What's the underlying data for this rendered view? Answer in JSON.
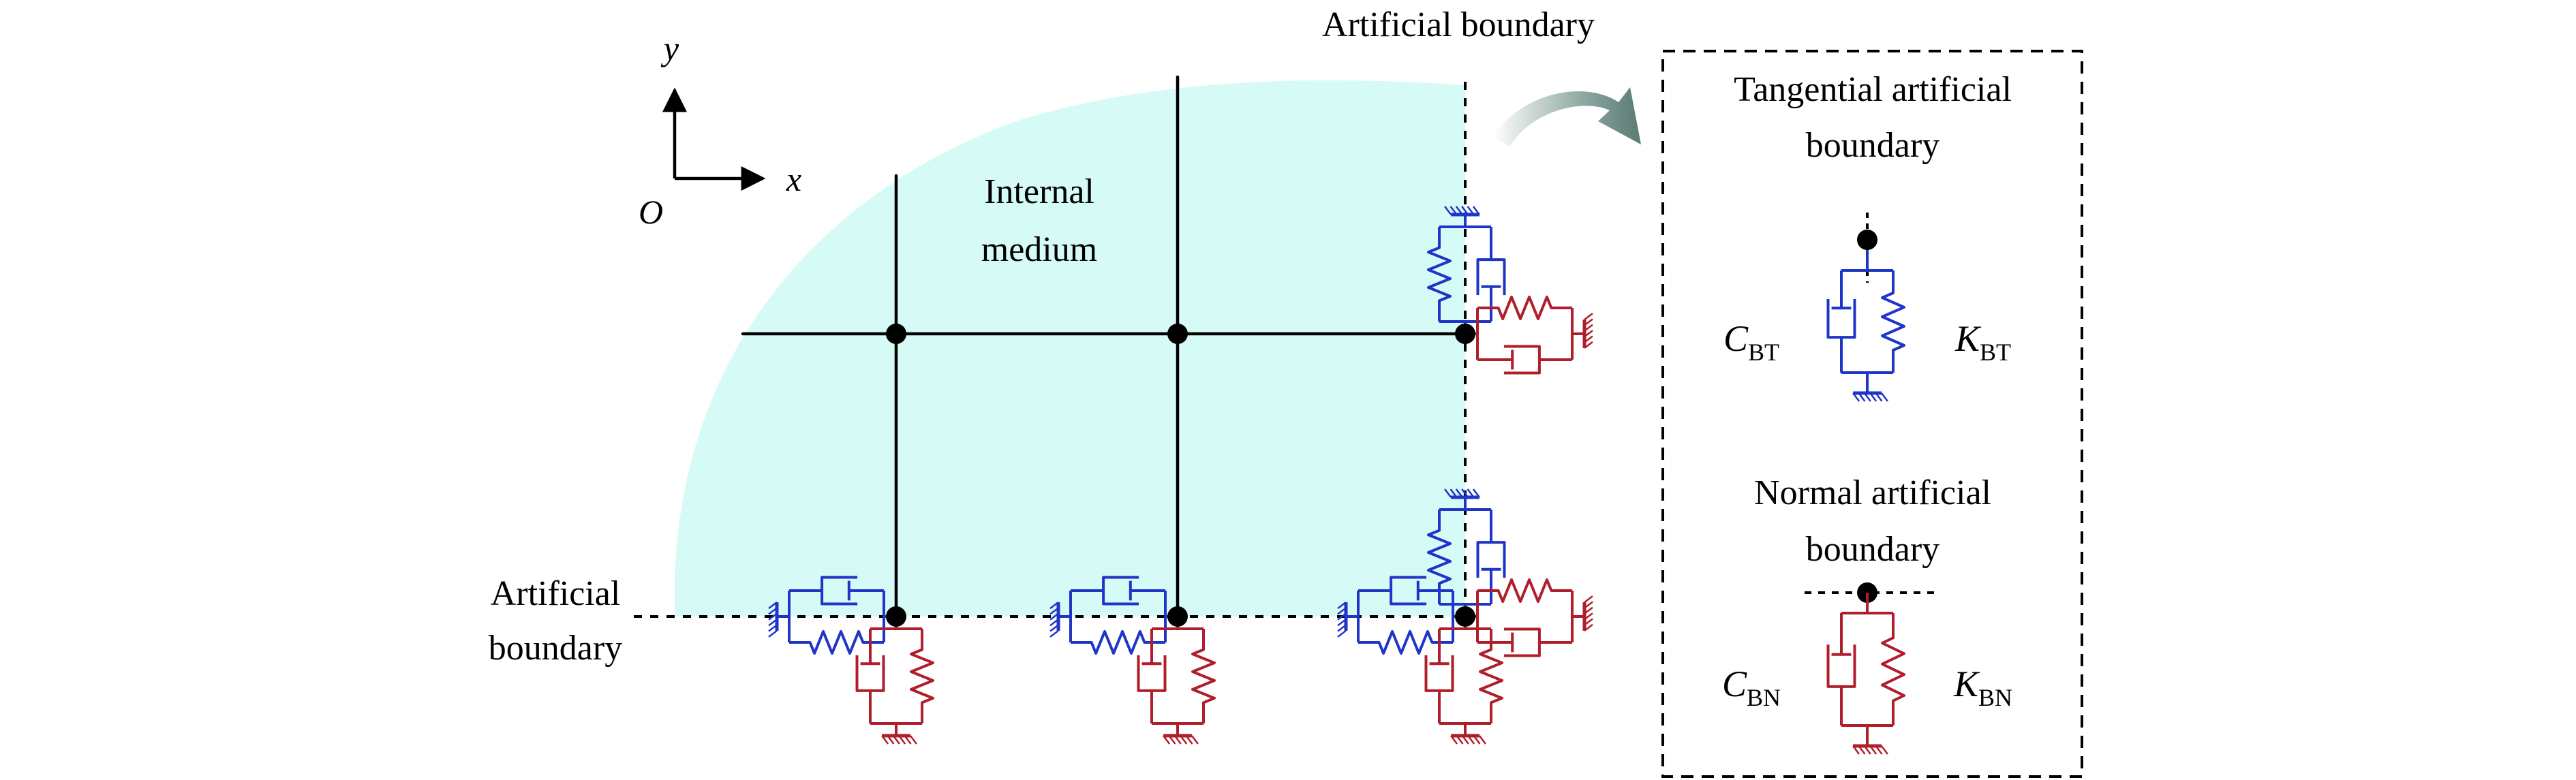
{
  "labels": {
    "axis_y": "y",
    "axis_x": "x",
    "origin": "O",
    "internal_medium_line1": "Internal",
    "internal_medium_line2": "medium",
    "artificial_boundary_top": "Artificial boundary",
    "artificial_boundary_left_line1": "Artificial",
    "artificial_boundary_left_line2": "boundary"
  },
  "legend": {
    "tangential_title_line1": "Tangential artificial",
    "tangential_title_line2": "boundary",
    "c_bt_main": "C",
    "c_bt_sub": "BT",
    "k_bt_main": "K",
    "k_bt_sub": "BT",
    "normal_title_line1": "Normal artificial",
    "normal_title_line2": "boundary",
    "c_bn_main": "C",
    "c_bn_sub": "BN",
    "k_bn_main": "K",
    "k_bn_sub": "BN"
  },
  "colors": {
    "medium_fill": "#d6fbf6",
    "tangential": "#1f35c7",
    "normal": "#b01e2c",
    "grid": "#000000",
    "arrow": "#6f8c86"
  }
}
